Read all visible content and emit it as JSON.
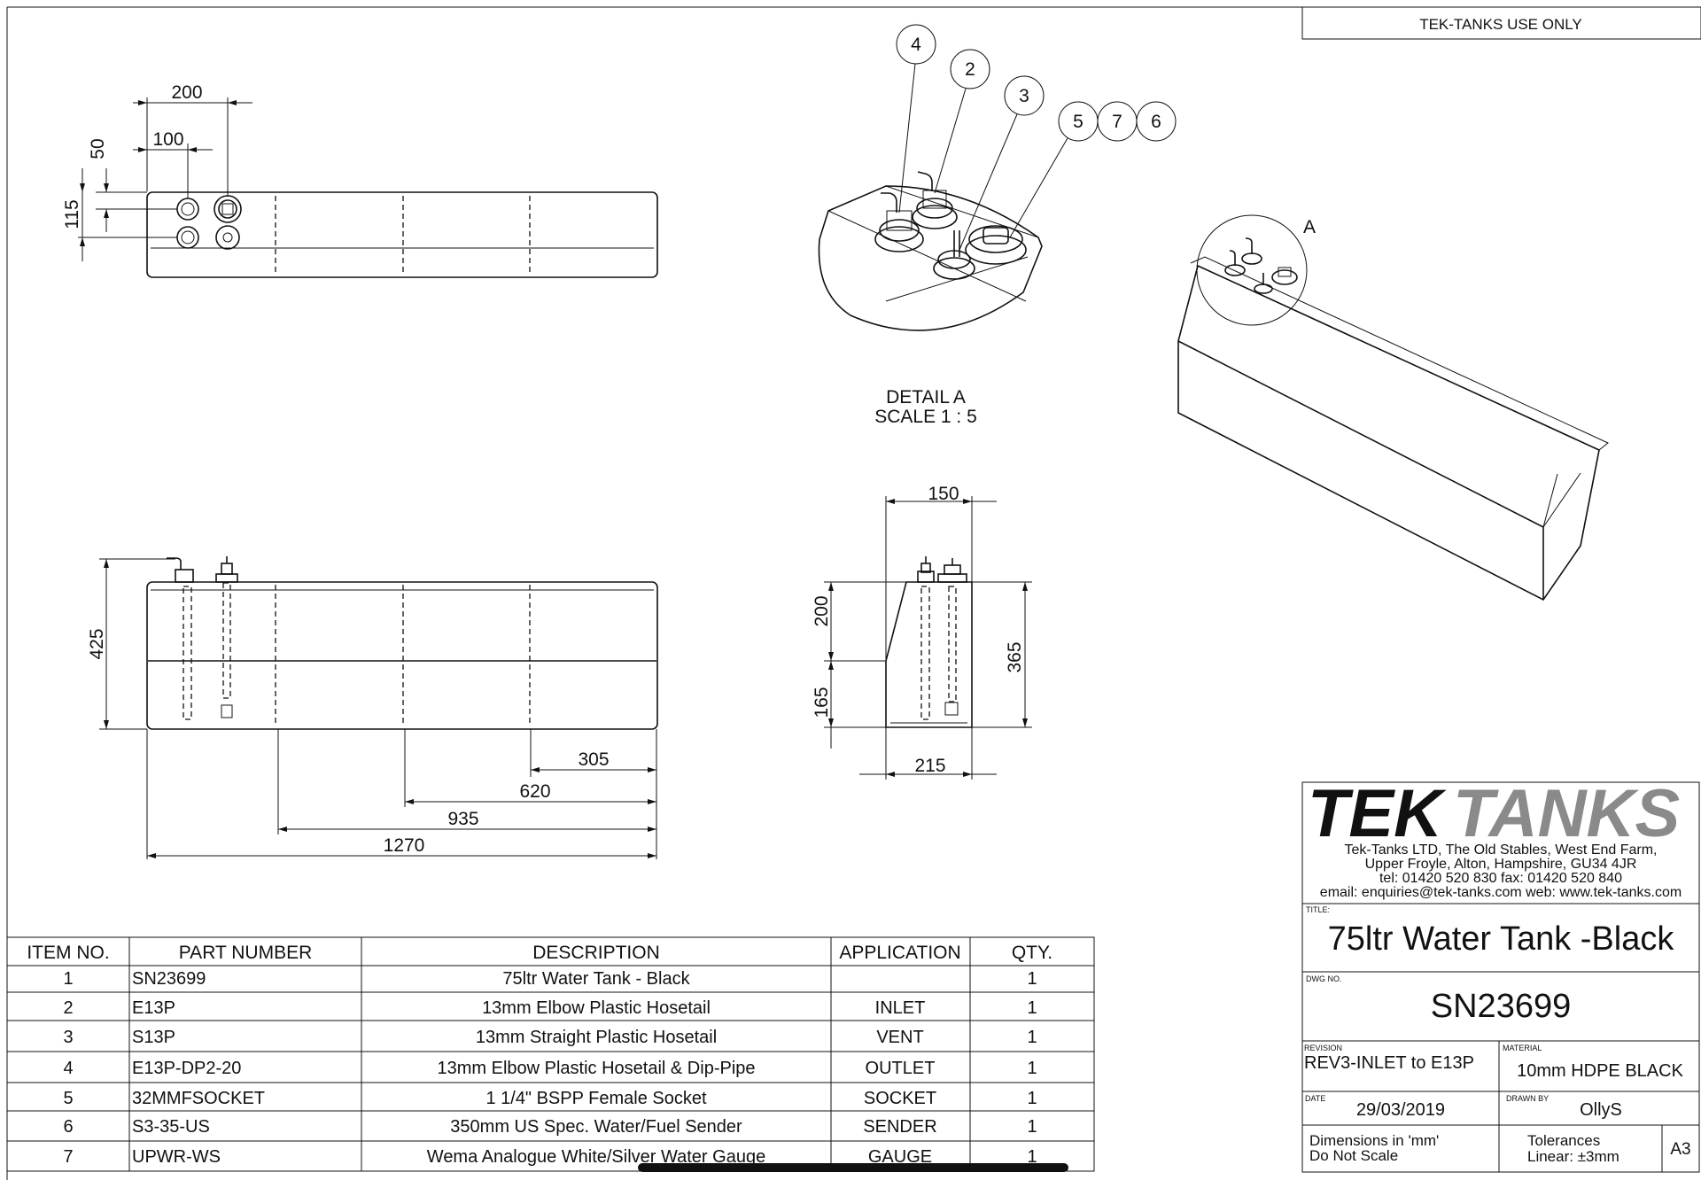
{
  "tek_use_only": "TEK-TANKS USE ONLY",
  "top_view": {
    "dim_200": "200",
    "dim_100": "100",
    "dim_50": "50",
    "dim_115": "115"
  },
  "detail": {
    "balloon_4": "4",
    "balloon_2": "2",
    "balloon_3": "3",
    "balloon_5": "5",
    "balloon_7": "7",
    "balloon_6": "6",
    "title": "DETAIL A",
    "scale": "SCALE 1 : 5"
  },
  "iso": {
    "detail_label": "A"
  },
  "front_view": {
    "dim_425": "425",
    "dim_305": "305",
    "dim_620": "620",
    "dim_935": "935",
    "dim_1270": "1270"
  },
  "side_view": {
    "dim_150": "150",
    "dim_200": "200",
    "dim_165": "165",
    "dim_365": "365",
    "dim_215": "215"
  },
  "bom": {
    "headers": [
      "ITEM NO.",
      "PART NUMBER",
      "DESCRIPTION",
      "APPLICATION",
      "QTY."
    ],
    "rows": [
      {
        "item": "1",
        "part": "SN23699",
        "desc": "75ltr Water Tank - Black",
        "app": "",
        "qty": "1"
      },
      {
        "item": "2",
        "part": "E13P",
        "desc": "13mm Elbow Plastic Hosetail",
        "app": "INLET",
        "qty": "1"
      },
      {
        "item": "3",
        "part": "S13P",
        "desc": "13mm Straight Plastic Hosetail",
        "app": "VENT",
        "qty": "1"
      },
      {
        "item": "4",
        "part": "E13P-DP2-20",
        "desc": "13mm Elbow Plastic Hosetail & Dip-Pipe",
        "app": "OUTLET",
        "qty": "1"
      },
      {
        "item": "5",
        "part": "32MMFSOCKET",
        "desc": "1 1/4\" BSPP Female Socket",
        "app": "SOCKET",
        "qty": "1"
      },
      {
        "item": "6",
        "part": "S3-35-US",
        "desc": "350mm US Spec. Water/Fuel Sender",
        "app": "SENDER",
        "qty": "1"
      },
      {
        "item": "7",
        "part": "UPWR-WS",
        "desc": "Wema Analogue White/Silver Water Gauge",
        "app": "GAUGE",
        "qty": "1"
      }
    ]
  },
  "title_block": {
    "logo_tek": "TEK",
    "logo_tanks": "TANKS",
    "address_1": "Tek-Tanks LTD, The Old Stables, West End Farm,",
    "address_2": "Upper Froyle, Alton, Hampshire, GU34 4JR",
    "address_3": "tel: 01420 520 830 fax: 01420 520 840",
    "address_4": "email: enquiries@tek-tanks.com web: www.tek-tanks.com",
    "title_label": "TITLE:",
    "title": "75ltr Water Tank -Black",
    "dwg_label": "DWG NO.",
    "dwg_no": "SN23699",
    "revision_label": "REVISION",
    "revision": "REV3-INLET to E13P",
    "material_label": "MATERIAL",
    "material": "10mm HDPE BLACK",
    "date_label": "DATE",
    "date": "29/03/2019",
    "drawn_label": "DRAWN BY",
    "drawn_by": "OllyS",
    "dims_1": "Dimensions in 'mm'",
    "dims_2": "Do Not Scale",
    "tol_1": "Tolerances",
    "tol_2": "Linear: ±3mm",
    "sheet_size": "A3"
  },
  "colors": {
    "line": "#111111",
    "logo_black": "#111111",
    "logo_grey": "#8a8a8a",
    "background": "#ffffff"
  }
}
